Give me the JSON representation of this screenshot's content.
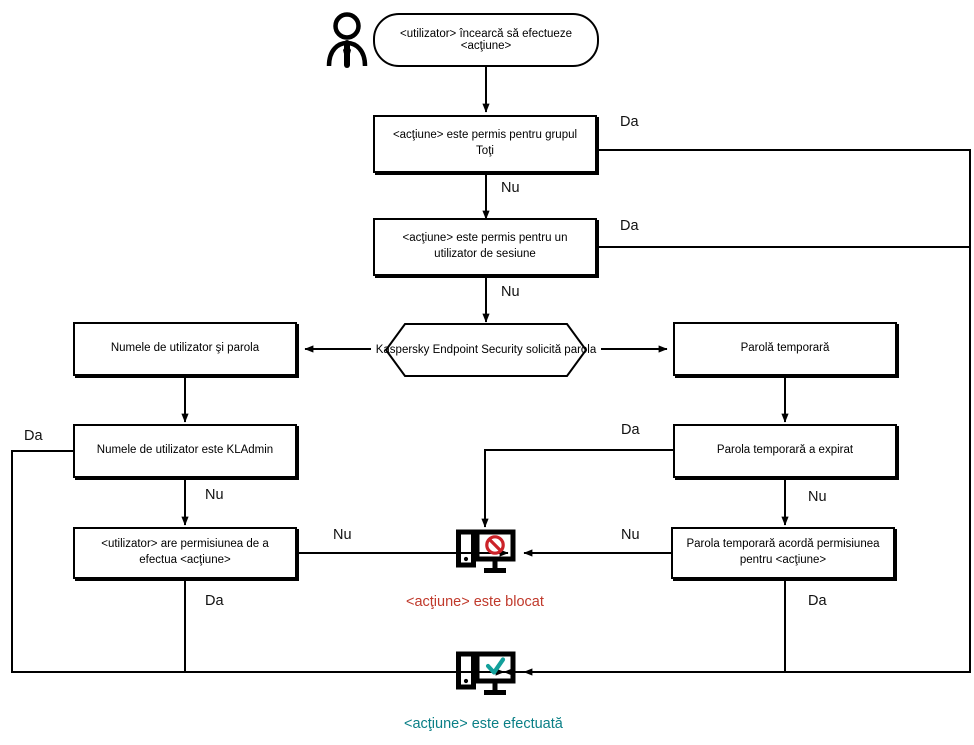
{
  "diagram": {
    "title": "Kaspersky Endpoint Security password / permission decision flow",
    "type": "flowchart",
    "language": "ro",
    "colors": {
      "stroke": "#000000",
      "blocked_text": "#c0392b",
      "blocked_icon": "#cc2229",
      "done_text": "#0a7f86",
      "done_icon": "#13a09b",
      "background": "#ffffff"
    },
    "actor": {
      "icon": "person-icon",
      "label": ""
    },
    "start": {
      "id": "start",
      "shape": "stadium",
      "label": "<utilizator> încearcă să efectueze <acţiune>"
    },
    "nodes": [
      {
        "id": "allowed-everyone",
        "shape": "rect",
        "label": "<acţiune> este permis pentru grupul Toţi"
      },
      {
        "id": "allowed-session-user",
        "shape": "rect",
        "label": "<acţiune> este permis pentru un utilizator de sesiune"
      },
      {
        "id": "kes-asks-password",
        "shape": "hexagon",
        "label": "Kaspersky Endpoint Security solicită parola"
      },
      {
        "id": "username-and-password",
        "shape": "rect",
        "label": "Numele de utilizator şi parola"
      },
      {
        "id": "temporary-password",
        "shape": "rect",
        "label": "Parolă temporară"
      },
      {
        "id": "username-is-kladmin",
        "shape": "rect",
        "label": "Numele de utilizator este KLAdmin"
      },
      {
        "id": "temporary-password-expired",
        "shape": "rect",
        "label": "Parola temporară a expirat"
      },
      {
        "id": "user-has-permission",
        "shape": "rect",
        "label": "<utilizator> are permisiunea de a efectua <acţiune>"
      },
      {
        "id": "temp-password-grants-permission",
        "shape": "rect",
        "label": "Parola temporară acordă permisiunea pentru <acţiune>"
      }
    ],
    "terminals": [
      {
        "id": "blocked",
        "icon": "monitor-blocked-icon",
        "label": "<acţiune> este blocat",
        "state": "blocked"
      },
      {
        "id": "performed",
        "icon": "monitor-check-icon",
        "label": "<acţiune> este efectuată",
        "state": "done"
      }
    ],
    "edge_labels": {
      "yes": "Da",
      "no": "Nu",
      "list": [
        {
          "id": "e-everyone-yes",
          "text": "Da",
          "from": "allowed-everyone",
          "to": "performed"
        },
        {
          "id": "e-everyone-no",
          "text": "Nu",
          "from": "allowed-everyone",
          "to": "allowed-session-user"
        },
        {
          "id": "e-session-yes",
          "text": "Da",
          "from": "allowed-session-user",
          "to": "performed"
        },
        {
          "id": "e-session-no",
          "text": "Nu",
          "from": "allowed-session-user",
          "to": "kes-asks-password"
        },
        {
          "id": "e-kladmin-yes",
          "text": "Da",
          "from": "username-is-kladmin",
          "to": "performed"
        },
        {
          "id": "e-kladmin-no",
          "text": "Nu",
          "from": "username-is-kladmin",
          "to": "user-has-permission"
        },
        {
          "id": "e-permission-no",
          "text": "Nu",
          "from": "user-has-permission",
          "to": "blocked"
        },
        {
          "id": "e-permission-yes",
          "text": "Da",
          "from": "user-has-permission",
          "to": "performed"
        },
        {
          "id": "e-expired-yes",
          "text": "Da",
          "from": "temporary-password-expired",
          "to": "blocked"
        },
        {
          "id": "e-expired-no",
          "text": "Nu",
          "from": "temporary-password-expired",
          "to": "temp-password-grants-permission"
        },
        {
          "id": "e-grants-no",
          "text": "Nu",
          "from": "temp-password-grants-permission",
          "to": "blocked"
        },
        {
          "id": "e-grants-yes",
          "text": "Da",
          "from": "temp-password-grants-permission",
          "to": "performed"
        }
      ]
    }
  }
}
